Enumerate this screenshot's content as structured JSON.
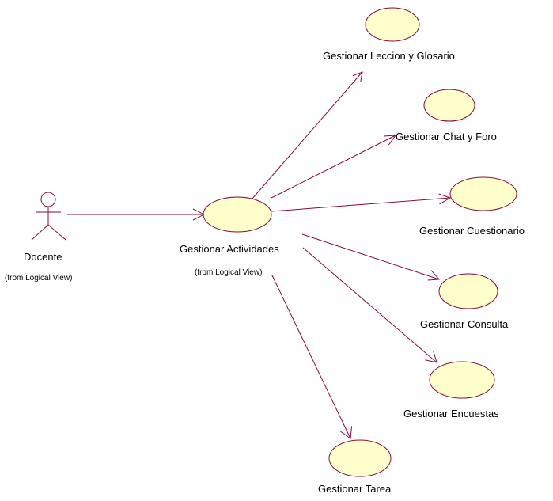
{
  "colors": {
    "usecase_fill": "#ffffcc",
    "usecase_stroke": "#8b0a3b",
    "connector": "#8b0a3b",
    "text": "#000000"
  },
  "actor": {
    "name": "Docente",
    "package": "(from Logical View)"
  },
  "central_use_case": {
    "name": "Gestionar Actividades",
    "package": "(from Logical View)"
  },
  "use_cases": [
    {
      "name": "Gestionar Leccion y Glosario"
    },
    {
      "name": "Gestionar Chat y Foro"
    },
    {
      "name": "Gestionar Cuestionario"
    },
    {
      "name": "Gestionar Consulta"
    },
    {
      "name": "Gestionar Encuestas"
    },
    {
      "name": "Gestionar Tarea"
    }
  ]
}
